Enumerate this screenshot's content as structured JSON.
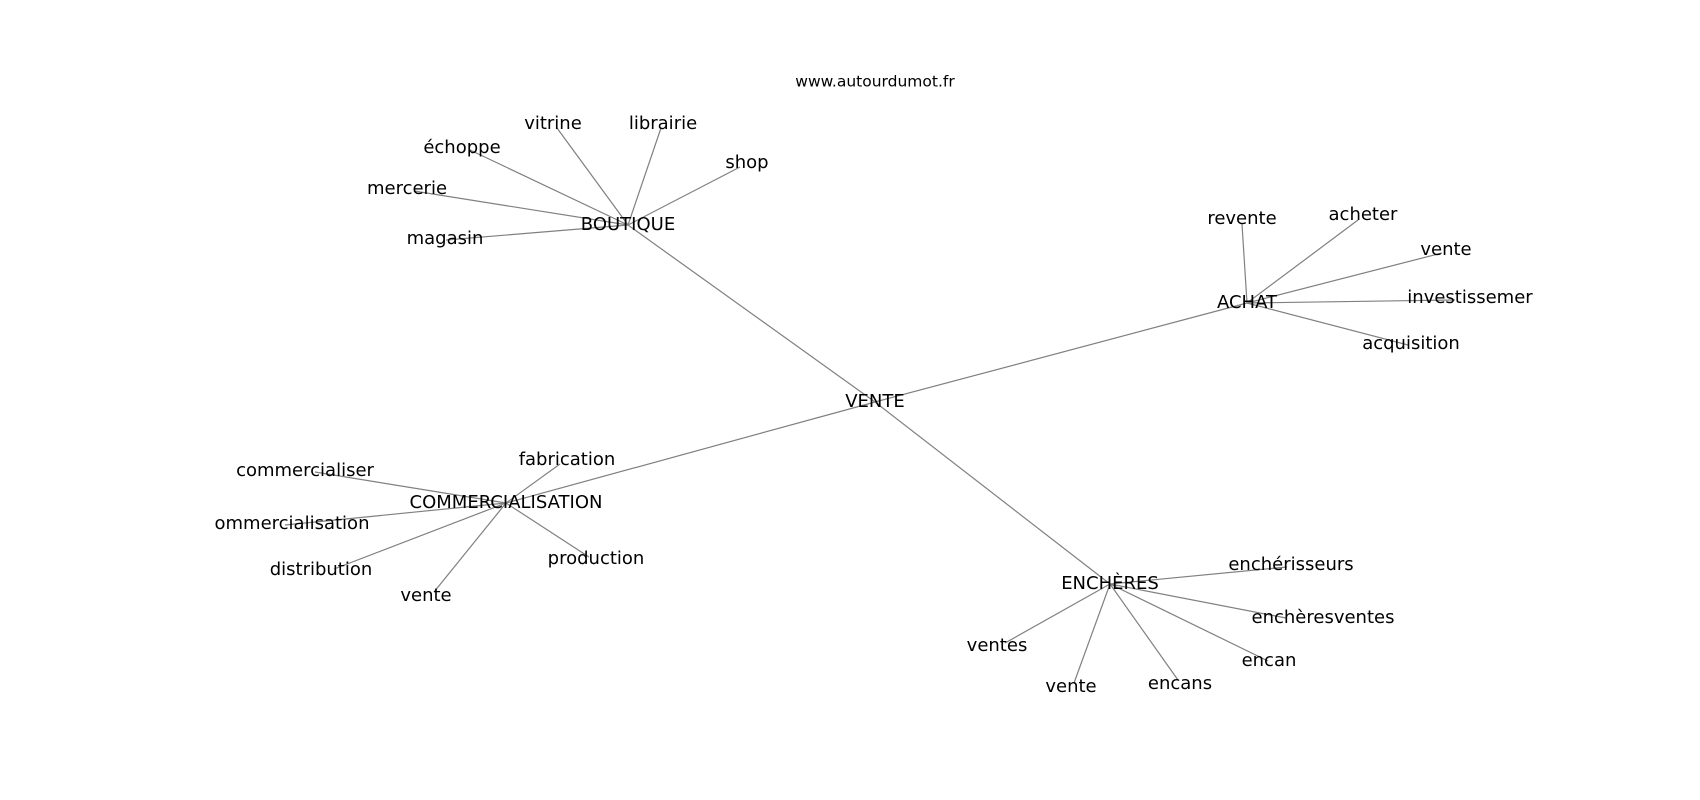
{
  "site": "www.autourdumot.fr",
  "graph": {
    "root": "VENTE",
    "groups": [
      {
        "hub": "BOUTIQUE",
        "leaves": [
          "vitrine",
          "librairie",
          "échoppe",
          "shop",
          "mercerie",
          "magasin"
        ]
      },
      {
        "hub": "ACHAT",
        "leaves": [
          "revente",
          "acheter",
          "vente",
          "investissemer",
          "acquisition"
        ]
      },
      {
        "hub": "COMMERCIALISATION",
        "leaves": [
          "fabrication",
          "commercialiser",
          "ommercialisation",
          "production",
          "distribution",
          "vente"
        ]
      },
      {
        "hub": "ENCHÈRES",
        "leaves": [
          "enchérisseurs",
          "enchèresventes",
          "ventes",
          "encan",
          "vente",
          "encans"
        ]
      }
    ]
  }
}
